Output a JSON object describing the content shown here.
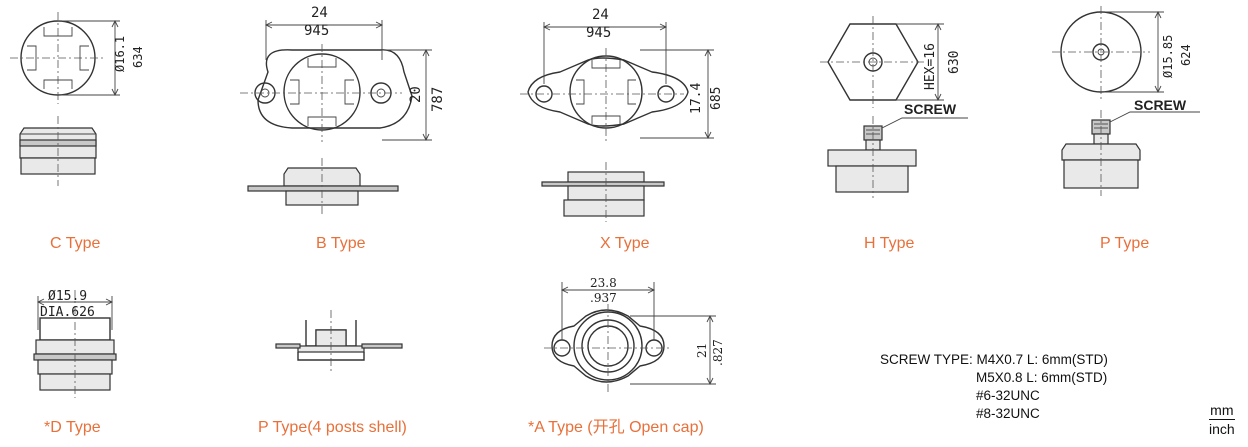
{
  "captions": {
    "c_type": "C Type",
    "b_type": "B Type",
    "x_type": "X Type",
    "h_type": "H Type",
    "p_type": "P Type",
    "d_type": "*D Type",
    "p4_type": "P Type(4 posts shell)",
    "a_type": "*A Type (开孔 Open cap)"
  },
  "dims": {
    "c_mm": "Ø16.1",
    "c_in": "634",
    "b_w_mm": "24",
    "b_w_in": "945",
    "b_h_mm": "20",
    "b_h_in": "787",
    "x_w_mm": "24",
    "x_w_in": "945",
    "x_h_mm": "17.4",
    "x_h_in": "685",
    "h_hex": "HEX=16",
    "h_in": "630",
    "p_mm": "Ø15.85",
    "p_in": "624",
    "d_mm": "Ø15.9",
    "d_in": "DIA.626",
    "a_w_mm": "23.8",
    "a_w_in": ".937",
    "a_h_mm": "21",
    "a_h_in": ".827"
  },
  "labels": {
    "screw_h": "SCREW",
    "screw_p": "SCREW"
  },
  "screw_types": {
    "title": "SCREW TYPE:",
    "items": [
      "M4X0.7 L: 6mm(STD)",
      "M5X0.8 L: 6mm(STD)",
      "#6-32UNC",
      "#8-32UNC"
    ]
  },
  "units": {
    "top": "mm",
    "bottom": "inch"
  },
  "colors": {
    "caption": "#e8703a",
    "line": "#333333"
  }
}
